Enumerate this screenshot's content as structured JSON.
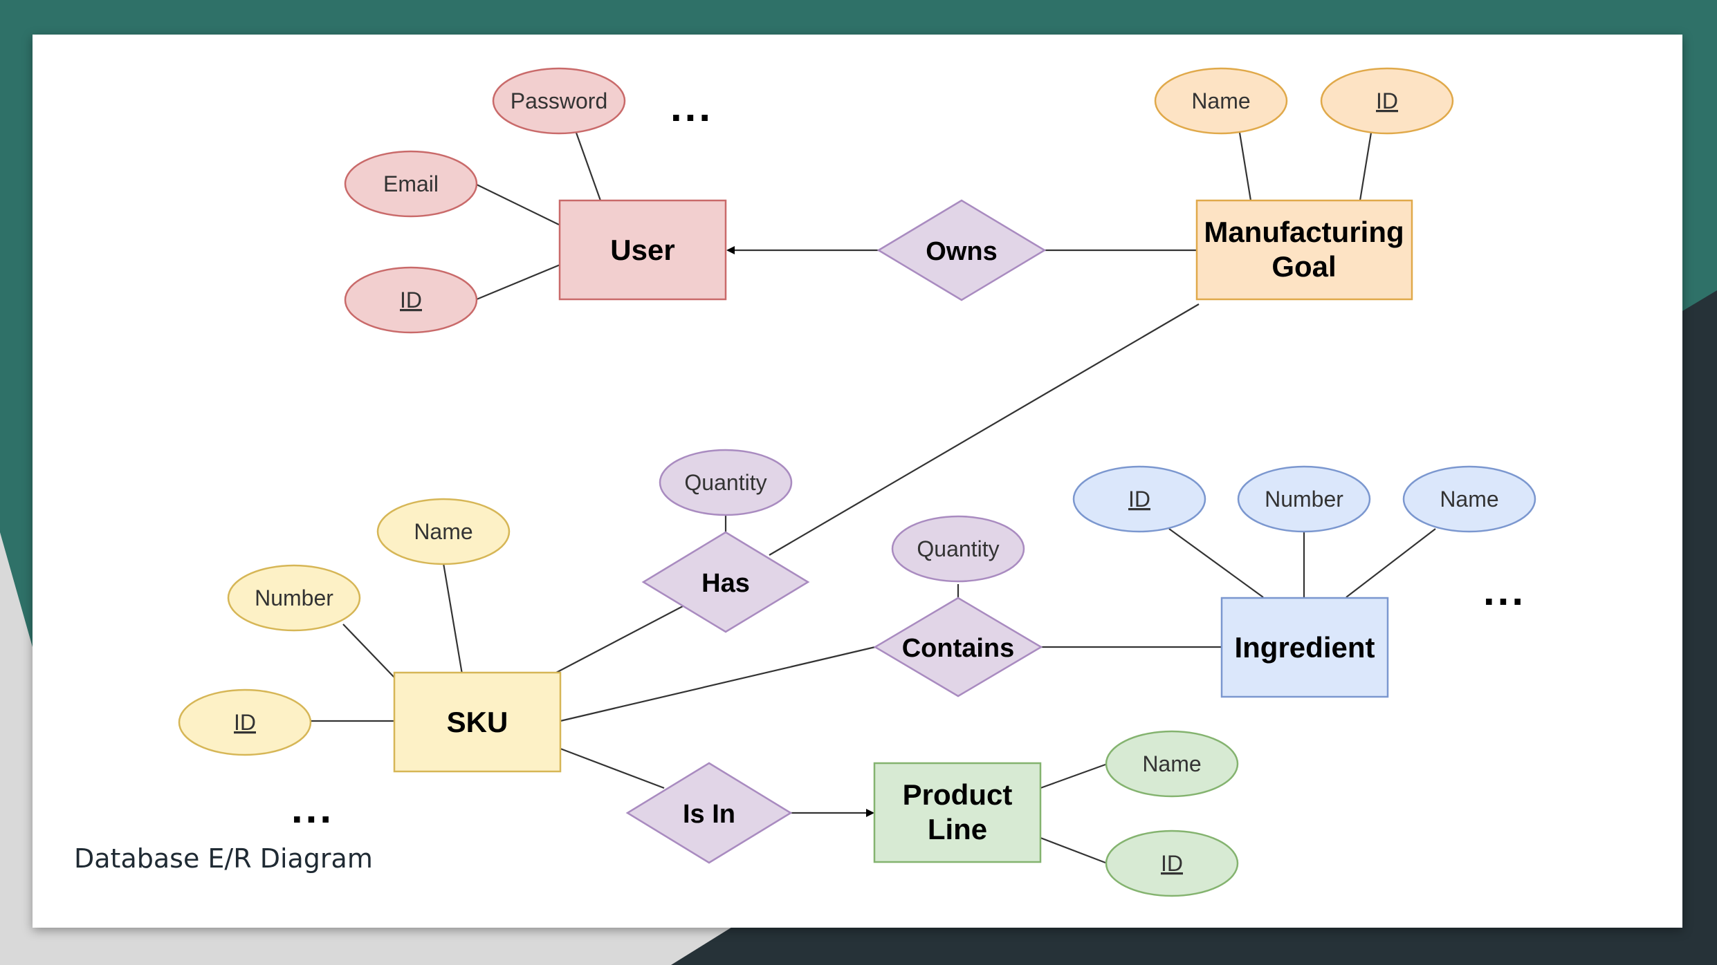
{
  "caption": "Database E/R Diagram",
  "colors": {
    "background": "#2f7168",
    "background_dark": "#263238",
    "background_light": "#d9d9d9",
    "user": {
      "fill": "#f2cfcf",
      "stroke": "#c96a6a"
    },
    "goal": {
      "fill": "#fde3c4",
      "stroke": "#e0a94a"
    },
    "sku": {
      "fill": "#fdf1c6",
      "stroke": "#d6b656"
    },
    "ingredient": {
      "fill": "#dbe7fb",
      "stroke": "#7b97cf"
    },
    "product_line": {
      "fill": "#d7ead3",
      "stroke": "#84b36f"
    },
    "relationship": {
      "fill": "#e1d5e7",
      "stroke": "#a98bc0"
    }
  },
  "entities": {
    "user": "User",
    "goal_line1": "Manufacturing",
    "goal_line2": "Goal",
    "sku": "SKU",
    "ingredient": "Ingredient",
    "product_line_line1": "Product",
    "product_line_line2": "Line"
  },
  "relationships": {
    "owns": "Owns",
    "has": "Has",
    "contains": "Contains",
    "is_in": "Is In"
  },
  "attributes": {
    "user_password": "Password",
    "user_email": "Email",
    "user_id": "ID",
    "goal_name": "Name",
    "goal_id": "ID",
    "has_quantity": "Quantity",
    "contains_quantity": "Quantity",
    "sku_name": "Name",
    "sku_number": "Number",
    "sku_id": "ID",
    "ingredient_id": "ID",
    "ingredient_number": "Number",
    "ingredient_name": "Name",
    "product_line_name": "Name",
    "product_line_id": "ID"
  },
  "ellipsis": {
    "user_more": "...",
    "ingredient_more": "...",
    "sku_more": "..."
  }
}
